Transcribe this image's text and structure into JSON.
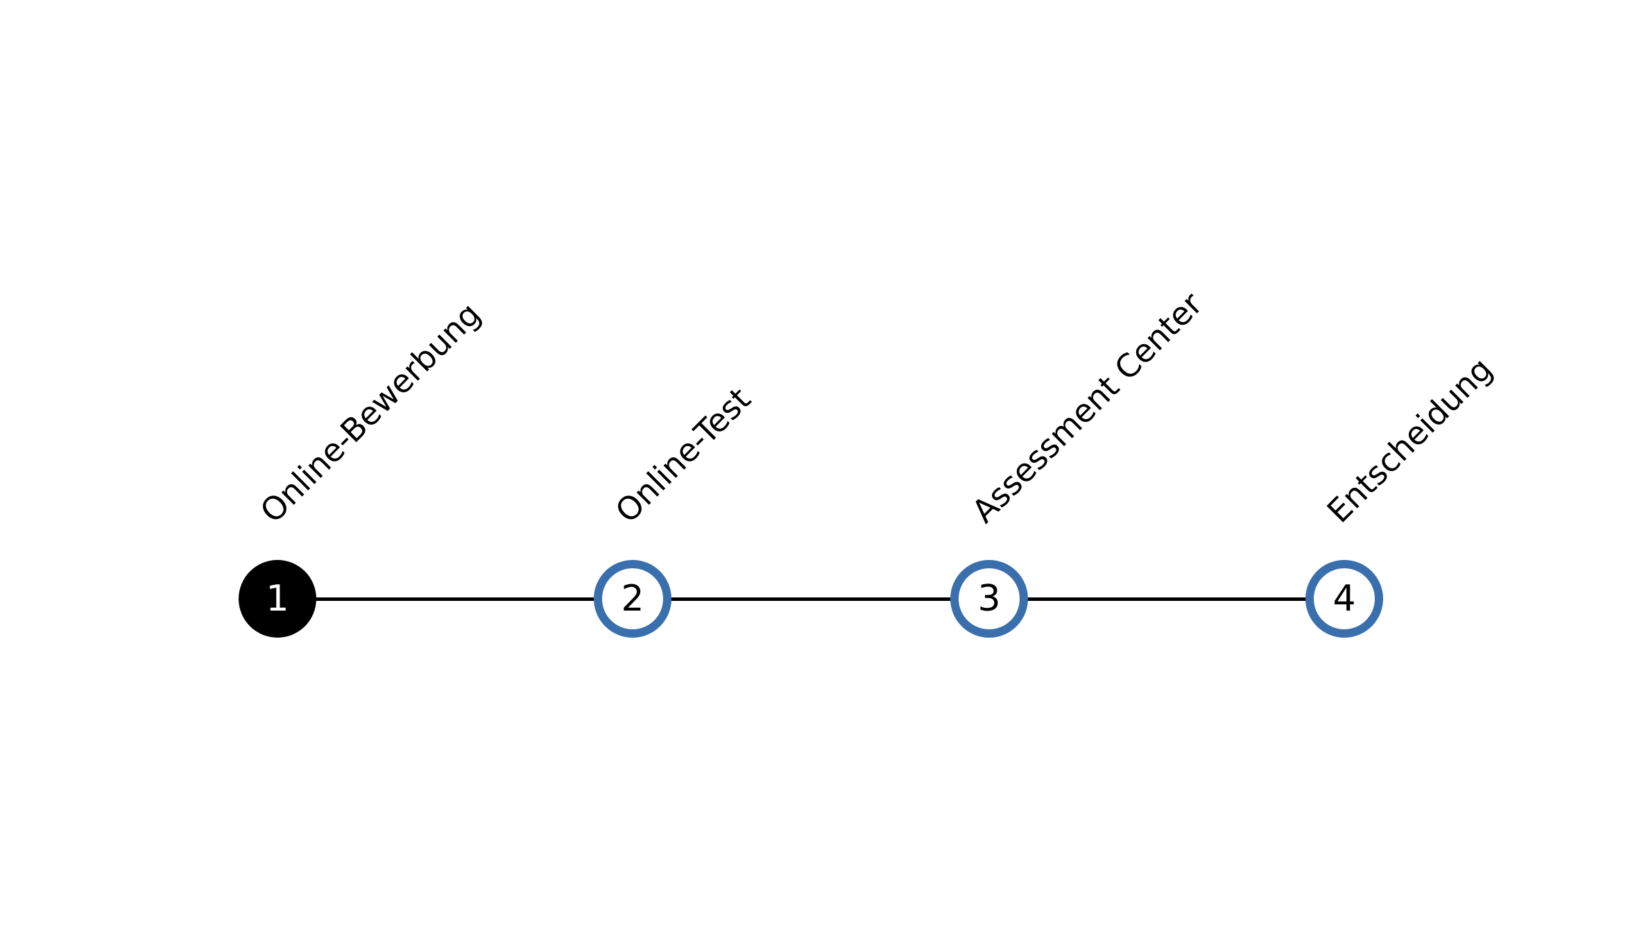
{
  "stepper": {
    "accent_color": "#3a6fad",
    "active_color": "#000000",
    "steps": [
      {
        "number": "1",
        "label": "Online-Bewerbung",
        "state": "active"
      },
      {
        "number": "2",
        "label": "Online-Test",
        "state": "pending"
      },
      {
        "number": "3",
        "label": "Assessment Center",
        "state": "pending"
      },
      {
        "number": "4",
        "label": "Entscheidung",
        "state": "pending"
      }
    ]
  }
}
